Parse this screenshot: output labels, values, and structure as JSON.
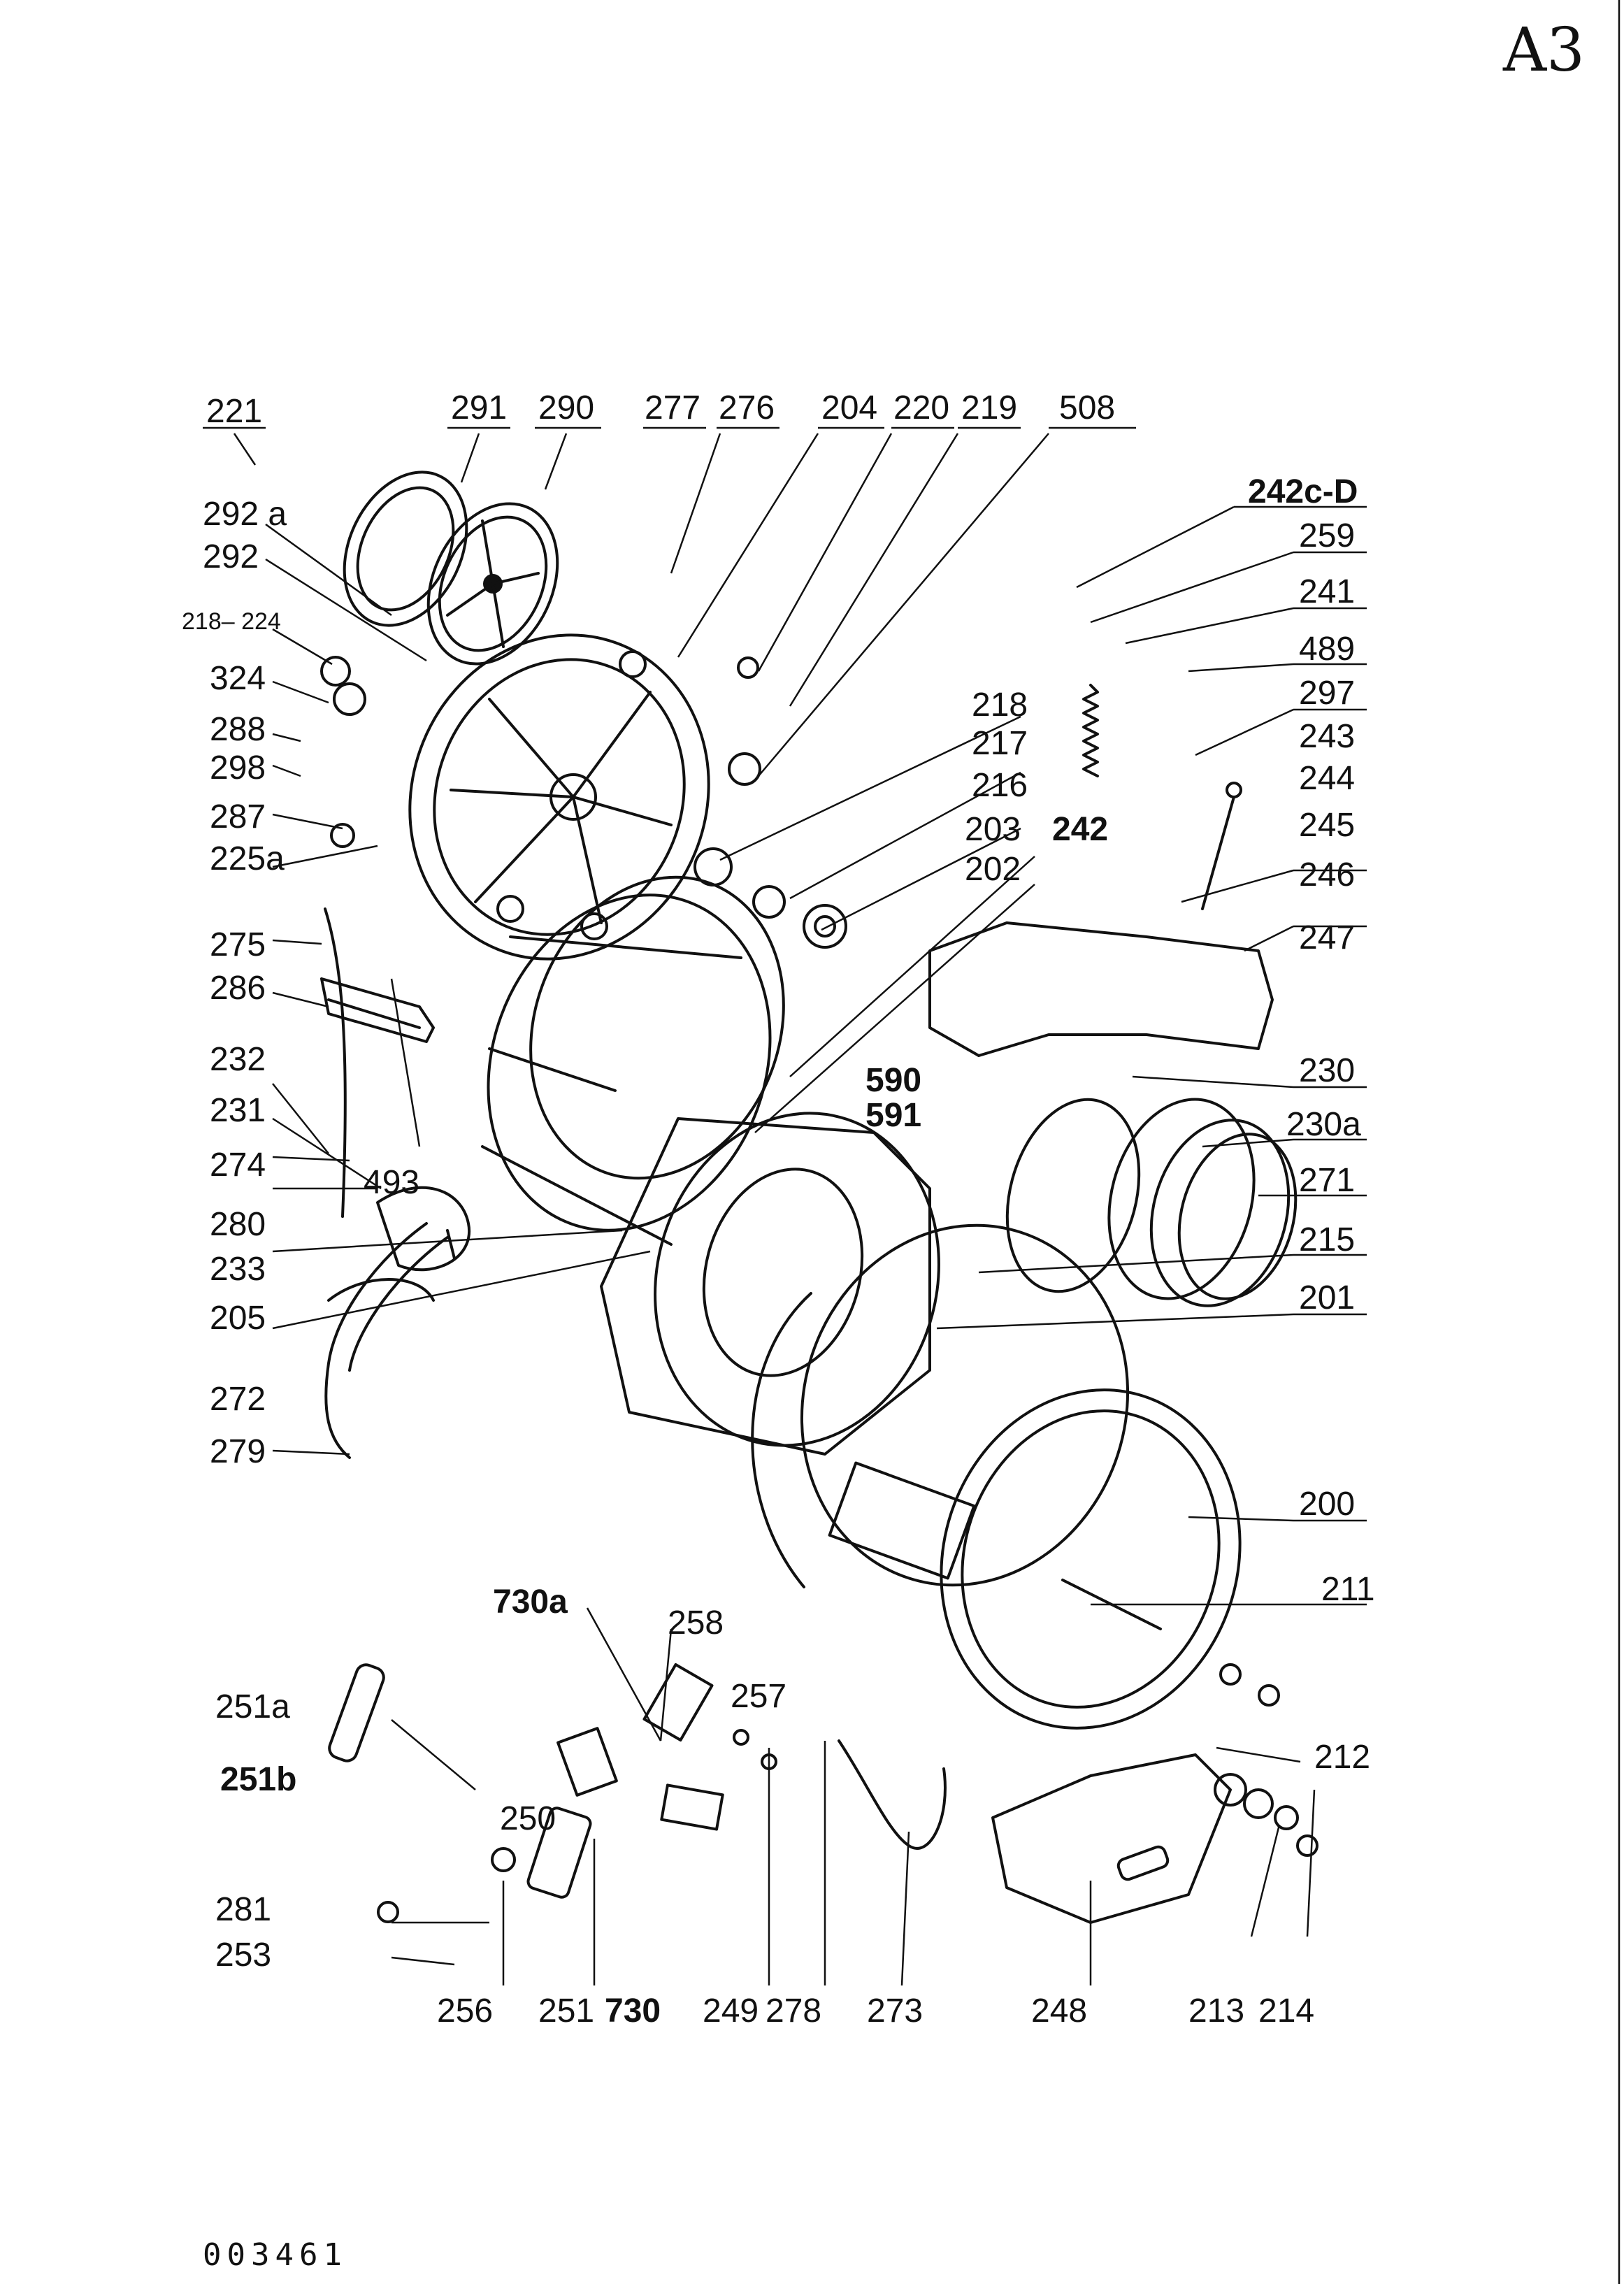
{
  "sheet": {
    "corner_label": "A3",
    "doc_number": "003461"
  },
  "labels": {
    "l221": "221",
    "l291": "291",
    "l290": "290",
    "l277": "277",
    "l276": "276",
    "l204": "204",
    "l220": "220",
    "l219": "219",
    "l508": "508",
    "l292a": "292 a",
    "l292": "292",
    "l218_224": "218– 224",
    "l324": "324",
    "l288": "288",
    "l298": "298",
    "l287": "287",
    "l225a": "225a",
    "l275": "275",
    "l286": "286",
    "l232": "232",
    "l231": "231",
    "l274": "274",
    "l493": "493",
    "l280": "280",
    "l233": "233",
    "l205": "205",
    "l272": "272",
    "l279": "279",
    "l242cd": "242c-D",
    "l259": "259",
    "l241": "241",
    "l489": "489",
    "l297": "297",
    "l218": "218",
    "l243": "243",
    "l244": "244",
    "l217": "217",
    "l216": "216",
    "l242": "242",
    "l245": "245",
    "l203": "203",
    "l202": "202",
    "l246": "246",
    "l247": "247",
    "l590": "590",
    "l591": "591",
    "l230": "230",
    "l230a": "230a",
    "l271": "271",
    "l215": "215",
    "l201": "201",
    "l200": "200",
    "l211": "211",
    "l730a": "730a",
    "l258": "258",
    "l257": "257",
    "l251a": "251a",
    "l251b": "251b",
    "l250": "250",
    "l212": "212",
    "l281": "281",
    "l253": "253",
    "l256": "256",
    "l251": "251",
    "l730": "730",
    "l249": "249",
    "l278": "278",
    "l273": "273",
    "l248": "248",
    "l213": "213",
    "l214": "214"
  }
}
